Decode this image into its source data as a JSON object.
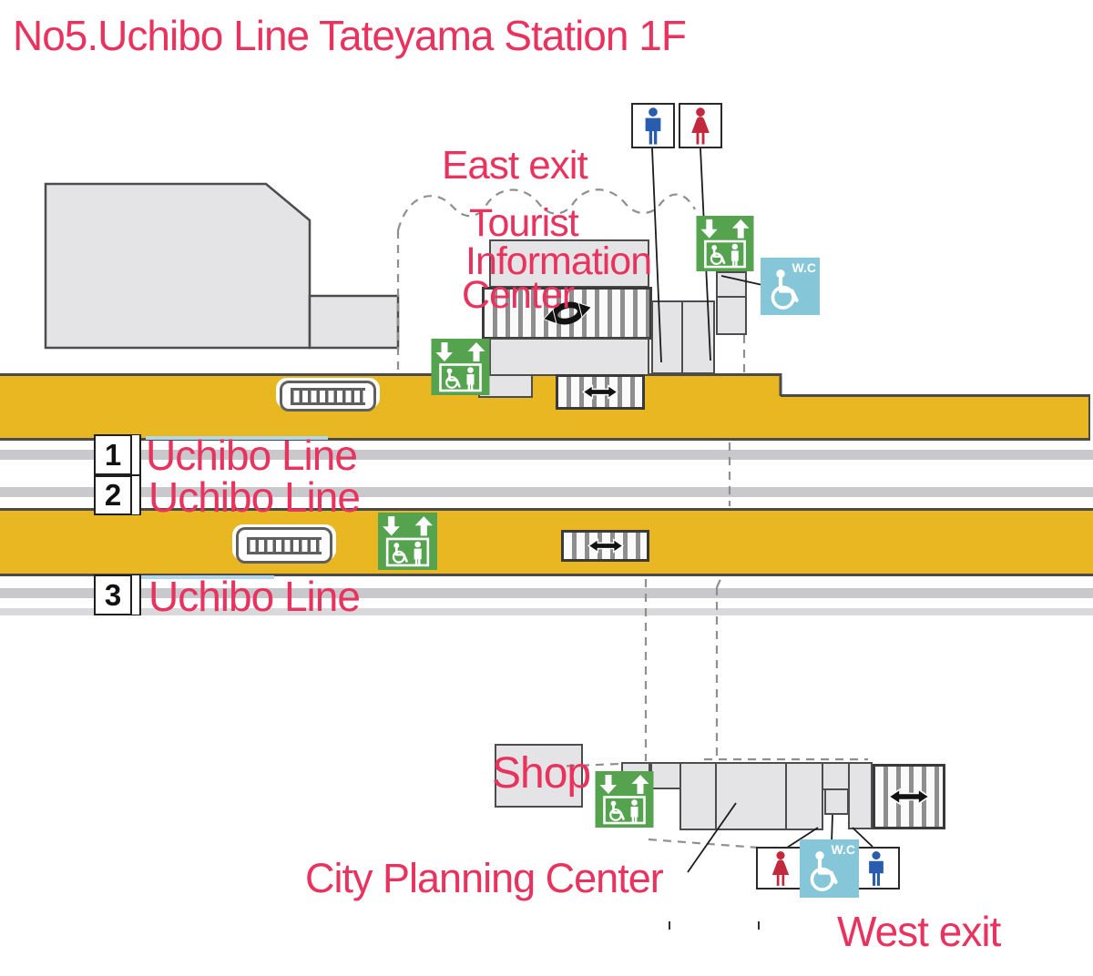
{
  "title": "No5.Uchibo Line Tateyama Station 1F",
  "labels": {
    "east_exit": "East exit",
    "tic": [
      "Tourist",
      "Information",
      "Center"
    ],
    "shop": "Shop",
    "city_planning_center": "City Planning Center",
    "west_exit": "West exit",
    "wc": "W.C"
  },
  "platforms": [
    {
      "number": "1",
      "line": "Uchibo Line"
    },
    {
      "number": "2",
      "line": "Uchibo Line"
    },
    {
      "number": "3",
      "line": "Uchibo Line"
    }
  ],
  "icons": {
    "elevator": "accessible-elevator",
    "wheelchair_wc": "accessible-toilet-wc",
    "men": "men-restroom",
    "women": "women-restroom",
    "stairs_arrow": "two-way-stairs-arrow"
  },
  "colors": {
    "pink": "#E8335E",
    "yellow": "#E9B722",
    "green": "#55A24F",
    "wc_blue": "#85C6D9",
    "man_blue": "#2A5CAE",
    "woman_red": "#C2293C"
  }
}
